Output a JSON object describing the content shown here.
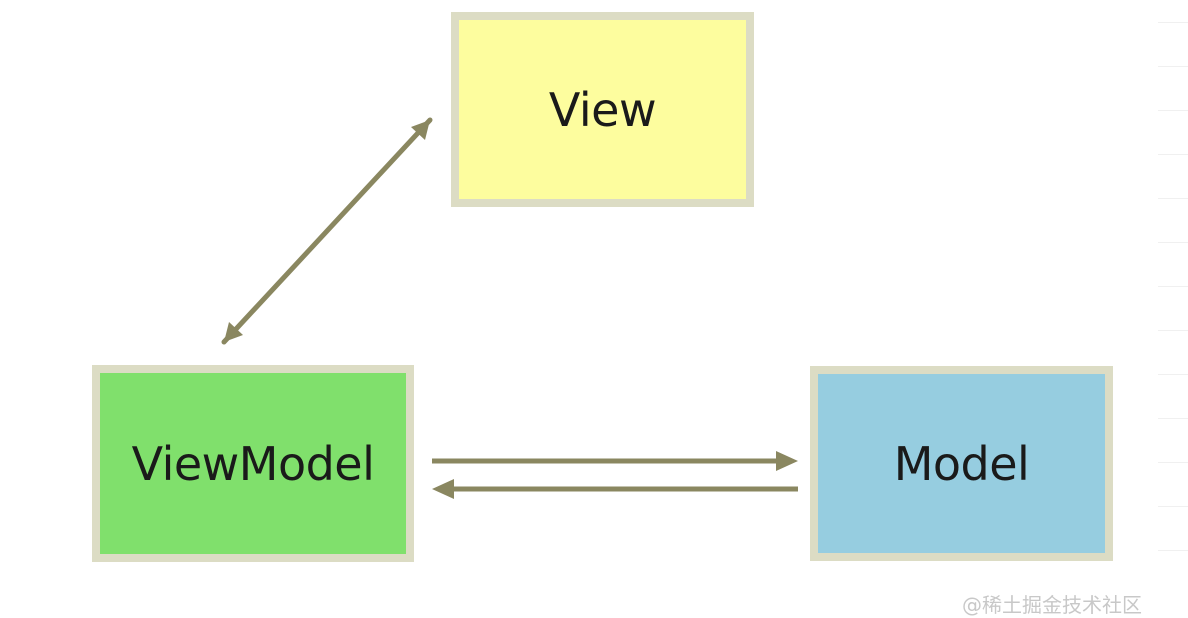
{
  "boxes": {
    "view": {
      "label": "View",
      "fill": "#fdfd9e"
    },
    "viewmodel": {
      "label": "ViewModel",
      "fill": "#80e06c"
    },
    "model": {
      "label": "Model",
      "fill": "#96cde0"
    }
  },
  "colors": {
    "border": "#dcdcc4",
    "arrow": "#8a8760"
  },
  "watermark": "@稀土掘金技术社区"
}
